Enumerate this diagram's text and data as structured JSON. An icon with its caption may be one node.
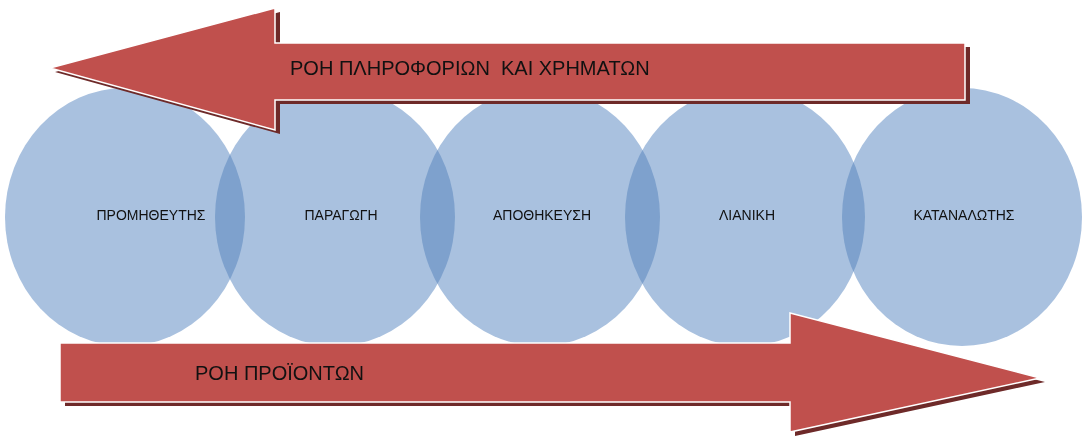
{
  "diagram": {
    "nodes": [
      {
        "text": [
          "ΡΟΗ ΠΛΗΡΟΦΟΡΙΩΝ  ΚΑΙ ΧΡΗΜΑΤΩΝ"
        ]
      },
      {
        "text": [
          "ΠΡΟΜΗΘΕΥΤΗΣ"
        ]
      },
      {
        "text": [
          "ΠΑΡΑΓΩΓΗ"
        ]
      },
      {
        "text": [
          "ΑΠΟΘΗΚΕΥΣΗ"
        ]
      },
      {
        "text": [
          "ΛΙΑΝΙΚΗ"
        ]
      },
      {
        "text": [
          "ΚΑΤΑΝΑΛΩΤΗΣ"
        ]
      },
      {
        "text": [
          "ΡΟΗ ΠΡΟΪΟΝΤΩΝ"
        ]
      }
    ],
    "edges": []
  }
}
